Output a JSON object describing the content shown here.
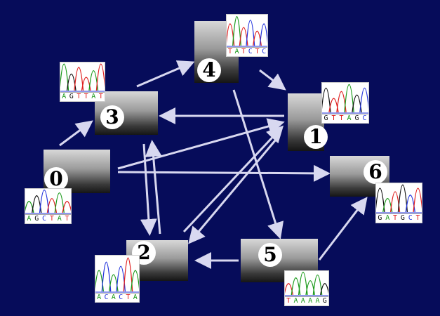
{
  "nodes": [
    {
      "id": "0",
      "sequence": "AGCTAT"
    },
    {
      "id": "1",
      "sequence": "GTTAGC"
    },
    {
      "id": "2",
      "sequence": "ACACTA"
    },
    {
      "id": "3",
      "sequence": "AGTTAT"
    },
    {
      "id": "4",
      "sequence": "TATCTC"
    },
    {
      "id": "5",
      "sequence": "TAAAAG"
    },
    {
      "id": "6",
      "sequence": "GATGCT"
    }
  ],
  "edges": [
    [
      "0",
      "3"
    ],
    [
      "3",
      "4"
    ],
    [
      "4",
      "1"
    ],
    [
      "1",
      "3"
    ],
    [
      "0",
      "1"
    ],
    [
      "0",
      "6"
    ],
    [
      "3",
      "2"
    ],
    [
      "2",
      "3"
    ],
    [
      "1",
      "2"
    ],
    [
      "2",
      "1"
    ],
    [
      "4",
      "5"
    ],
    [
      "5",
      "2"
    ],
    [
      "5",
      "6"
    ]
  ],
  "base_colors": {
    "A": "#1a9a1a",
    "C": "#2233dd",
    "G": "#111111",
    "T": "#e02020"
  }
}
